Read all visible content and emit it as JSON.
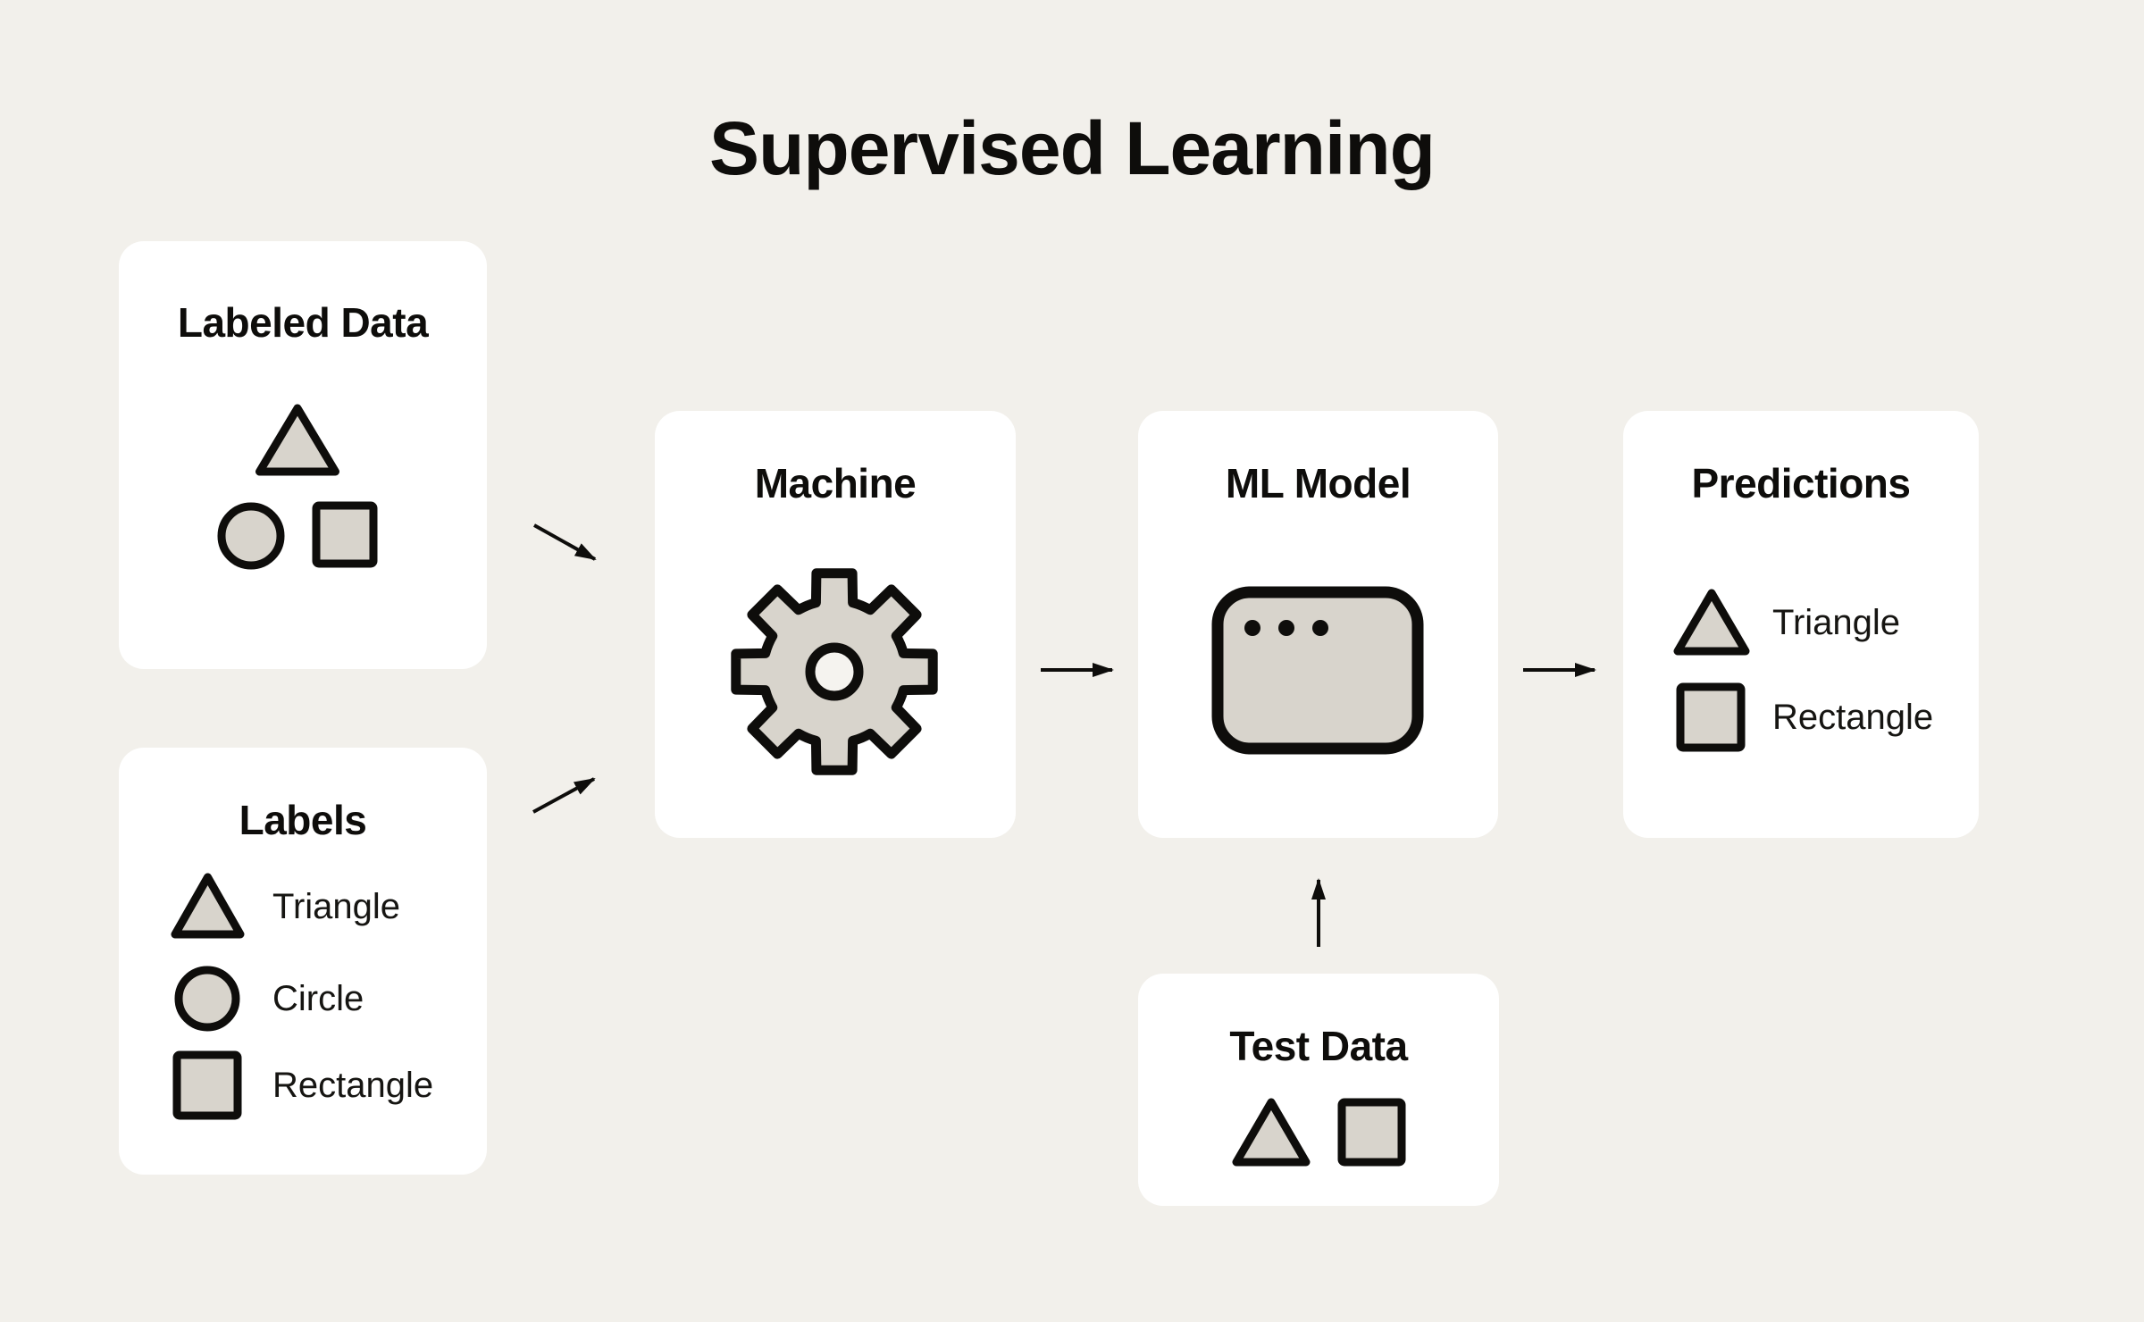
{
  "title": "Supervised Learning",
  "colors": {
    "background": "#f2f0eb",
    "card": "#ffffff",
    "shape_fill": "#d8d4cc",
    "stroke": "#0e0d0b",
    "gear_hole": "#f5f3ef"
  },
  "cards": {
    "labeled_data": {
      "title": "Labeled Data",
      "shapes": [
        "triangle",
        "circle",
        "square"
      ]
    },
    "labels": {
      "title": "Labels",
      "items": [
        {
          "shape": "triangle",
          "label": "Triangle"
        },
        {
          "shape": "circle",
          "label": "Circle"
        },
        {
          "shape": "square",
          "label": "Rectangle"
        }
      ]
    },
    "machine": {
      "title": "Machine",
      "icon": "gear-icon"
    },
    "ml_model": {
      "title": "ML Model",
      "icon": "window-icon"
    },
    "predictions": {
      "title": "Predictions",
      "items": [
        {
          "shape": "triangle",
          "label": "Triangle"
        },
        {
          "shape": "square",
          "label": "Rectangle"
        }
      ]
    },
    "test_data": {
      "title": "Test Data",
      "shapes": [
        "triangle",
        "square"
      ]
    }
  },
  "arrows": [
    {
      "from": "labeled-data",
      "to": "machine"
    },
    {
      "from": "labels",
      "to": "machine"
    },
    {
      "from": "machine",
      "to": "ml-model"
    },
    {
      "from": "ml-model",
      "to": "predictions"
    },
    {
      "from": "test-data",
      "to": "ml-model"
    }
  ]
}
